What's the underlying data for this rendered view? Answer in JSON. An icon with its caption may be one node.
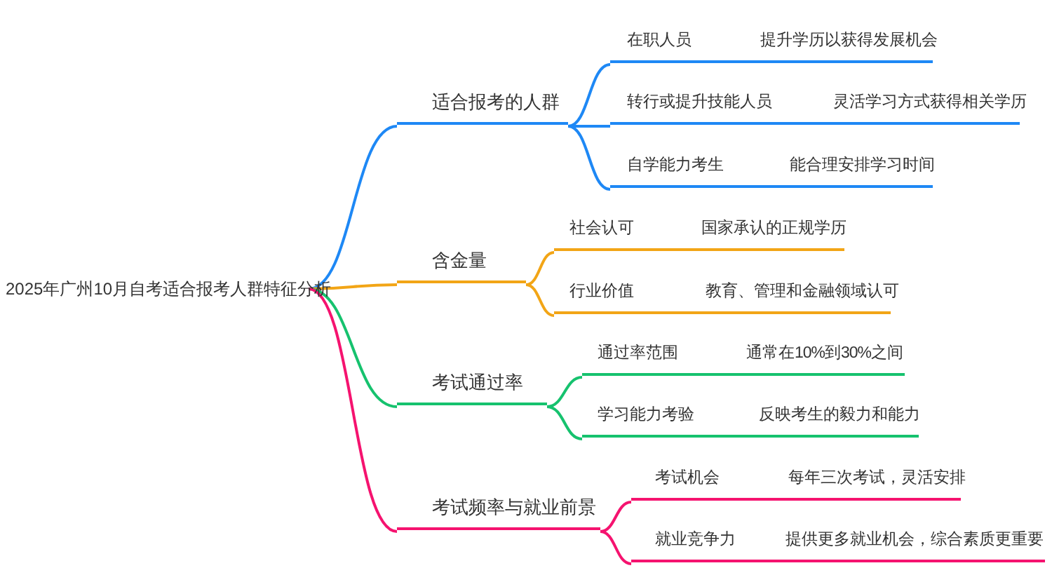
{
  "diagram": {
    "nodes": [
      {
        "text": [
          "2025年广州10月自考适合报考人群特征分析"
        ]
      },
      {
        "text": [
          "适合报考的人群"
        ]
      },
      {
        "text": [
          "在职人员",
          "提升学历以获得发展机会"
        ]
      },
      {
        "text": [
          "转行或提升技能人员",
          "灵活学习方式获得相关学历"
        ]
      },
      {
        "text": [
          "自学能力考生",
          "能合理安排学习时间"
        ]
      },
      {
        "text": [
          "含金量"
        ]
      },
      {
        "text": [
          "社会认可",
          "国家承认的正规学历"
        ]
      },
      {
        "text": [
          "行业价值",
          "教育、管理和金融领域认可"
        ]
      },
      {
        "text": [
          "考试通过率"
        ]
      },
      {
        "text": [
          "通过率范围",
          "通常在10%到30%之间"
        ]
      },
      {
        "text": [
          "学习能力考验",
          "反映考生的毅力和能力"
        ]
      },
      {
        "text": [
          "考试频率与就业前景"
        ]
      },
      {
        "text": [
          "考试机会",
          "每年三次考试，灵活安排"
        ]
      },
      {
        "text": [
          "就业竞争力",
          "提供更多就业机会，综合素质更重要"
        ]
      }
    ],
    "edges": [
      {
        "from": 0,
        "to": 1,
        "arrow": "none",
        "color": "#1e88f5"
      },
      {
        "from": 1,
        "to": 2,
        "arrow": "none",
        "color": "#1e88f5"
      },
      {
        "from": 1,
        "to": 3,
        "arrow": "none",
        "color": "#1e88f5"
      },
      {
        "from": 1,
        "to": 4,
        "arrow": "none",
        "color": "#1e88f5"
      },
      {
        "from": 0,
        "to": 5,
        "arrow": "none",
        "color": "#f2a516"
      },
      {
        "from": 5,
        "to": 6,
        "arrow": "none",
        "color": "#f2a516"
      },
      {
        "from": 5,
        "to": 7,
        "arrow": "none",
        "color": "#f2a516"
      },
      {
        "from": 0,
        "to": 8,
        "arrow": "none",
        "color": "#16c26e"
      },
      {
        "from": 8,
        "to": 9,
        "arrow": "none",
        "color": "#16c26e"
      },
      {
        "from": 8,
        "to": 10,
        "arrow": "none",
        "color": "#16c26e"
      },
      {
        "from": 0,
        "to": 11,
        "arrow": "none",
        "color": "#f5136f"
      },
      {
        "from": 11,
        "to": 12,
        "arrow": "none",
        "color": "#f5136f"
      },
      {
        "from": 11,
        "to": 13,
        "arrow": "none",
        "color": "#f5136f"
      }
    ]
  }
}
